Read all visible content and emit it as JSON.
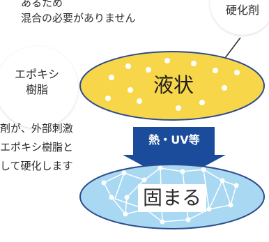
{
  "top_text": {
    "line1": "あるため",
    "line2": "混合の必要がありません"
  },
  "hardener_label": "硬化剤",
  "epoxy_label": {
    "line1": "エポキシ",
    "line2": "樹脂"
  },
  "liquid_label": "液状",
  "middle_text": {
    "line1": "剤が、外部刺激",
    "line2": "エポキシ樹脂と",
    "line3": "して硬化します"
  },
  "arrow_label": "熱・UV等",
  "solid_label": "固まる",
  "colors": {
    "liquid_fill": "#f7d64a",
    "solid_fill": "#a9d8f2",
    "arrow_fill": "#1b4c9c",
    "outline": "#2b4c8c"
  }
}
